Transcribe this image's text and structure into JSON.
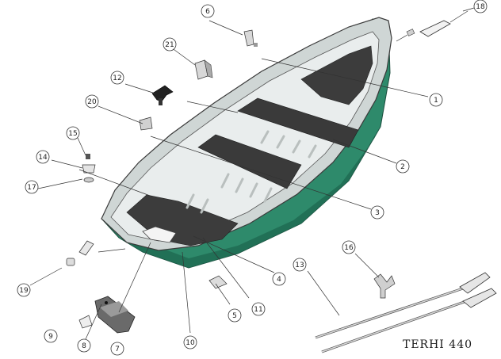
{
  "diagram": {
    "model_name": "TERHI 440",
    "callouts": [
      "1",
      "2",
      "3",
      "4",
      "5",
      "6",
      "7",
      "8",
      "9",
      "10",
      "11",
      "12",
      "13",
      "14",
      "15",
      "16",
      "17",
      "18",
      "19",
      "20",
      "21"
    ]
  }
}
